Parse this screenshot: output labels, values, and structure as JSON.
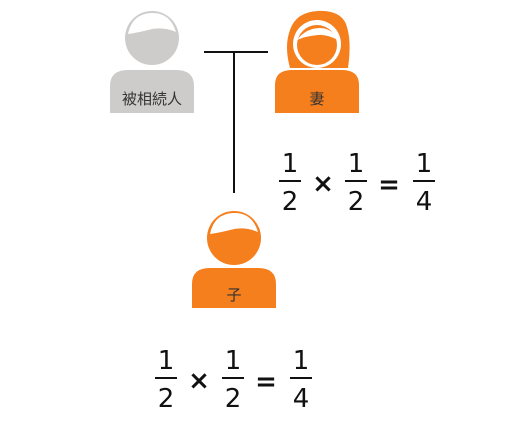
{
  "colors": {
    "deceased": "#cdcccb",
    "heir": "#f57e1d",
    "line": "#111111",
    "text": "#333333"
  },
  "persons": {
    "decedent": {
      "label": "被相続人",
      "icon": "person-icon"
    },
    "spouse": {
      "label": "妻",
      "icon": "person-female-icon"
    },
    "child": {
      "label": "子",
      "icon": "person-icon"
    }
  },
  "equations": [
    {
      "a_num": "1",
      "a_den": "2",
      "op": "×",
      "b_num": "1",
      "b_den": "2",
      "eq": "=",
      "r_num": "1",
      "r_den": "4"
    },
    {
      "a_num": "1",
      "a_den": "2",
      "op": "×",
      "b_num": "1",
      "b_den": "2",
      "eq": "=",
      "r_num": "1",
      "r_den": "4"
    }
  ]
}
